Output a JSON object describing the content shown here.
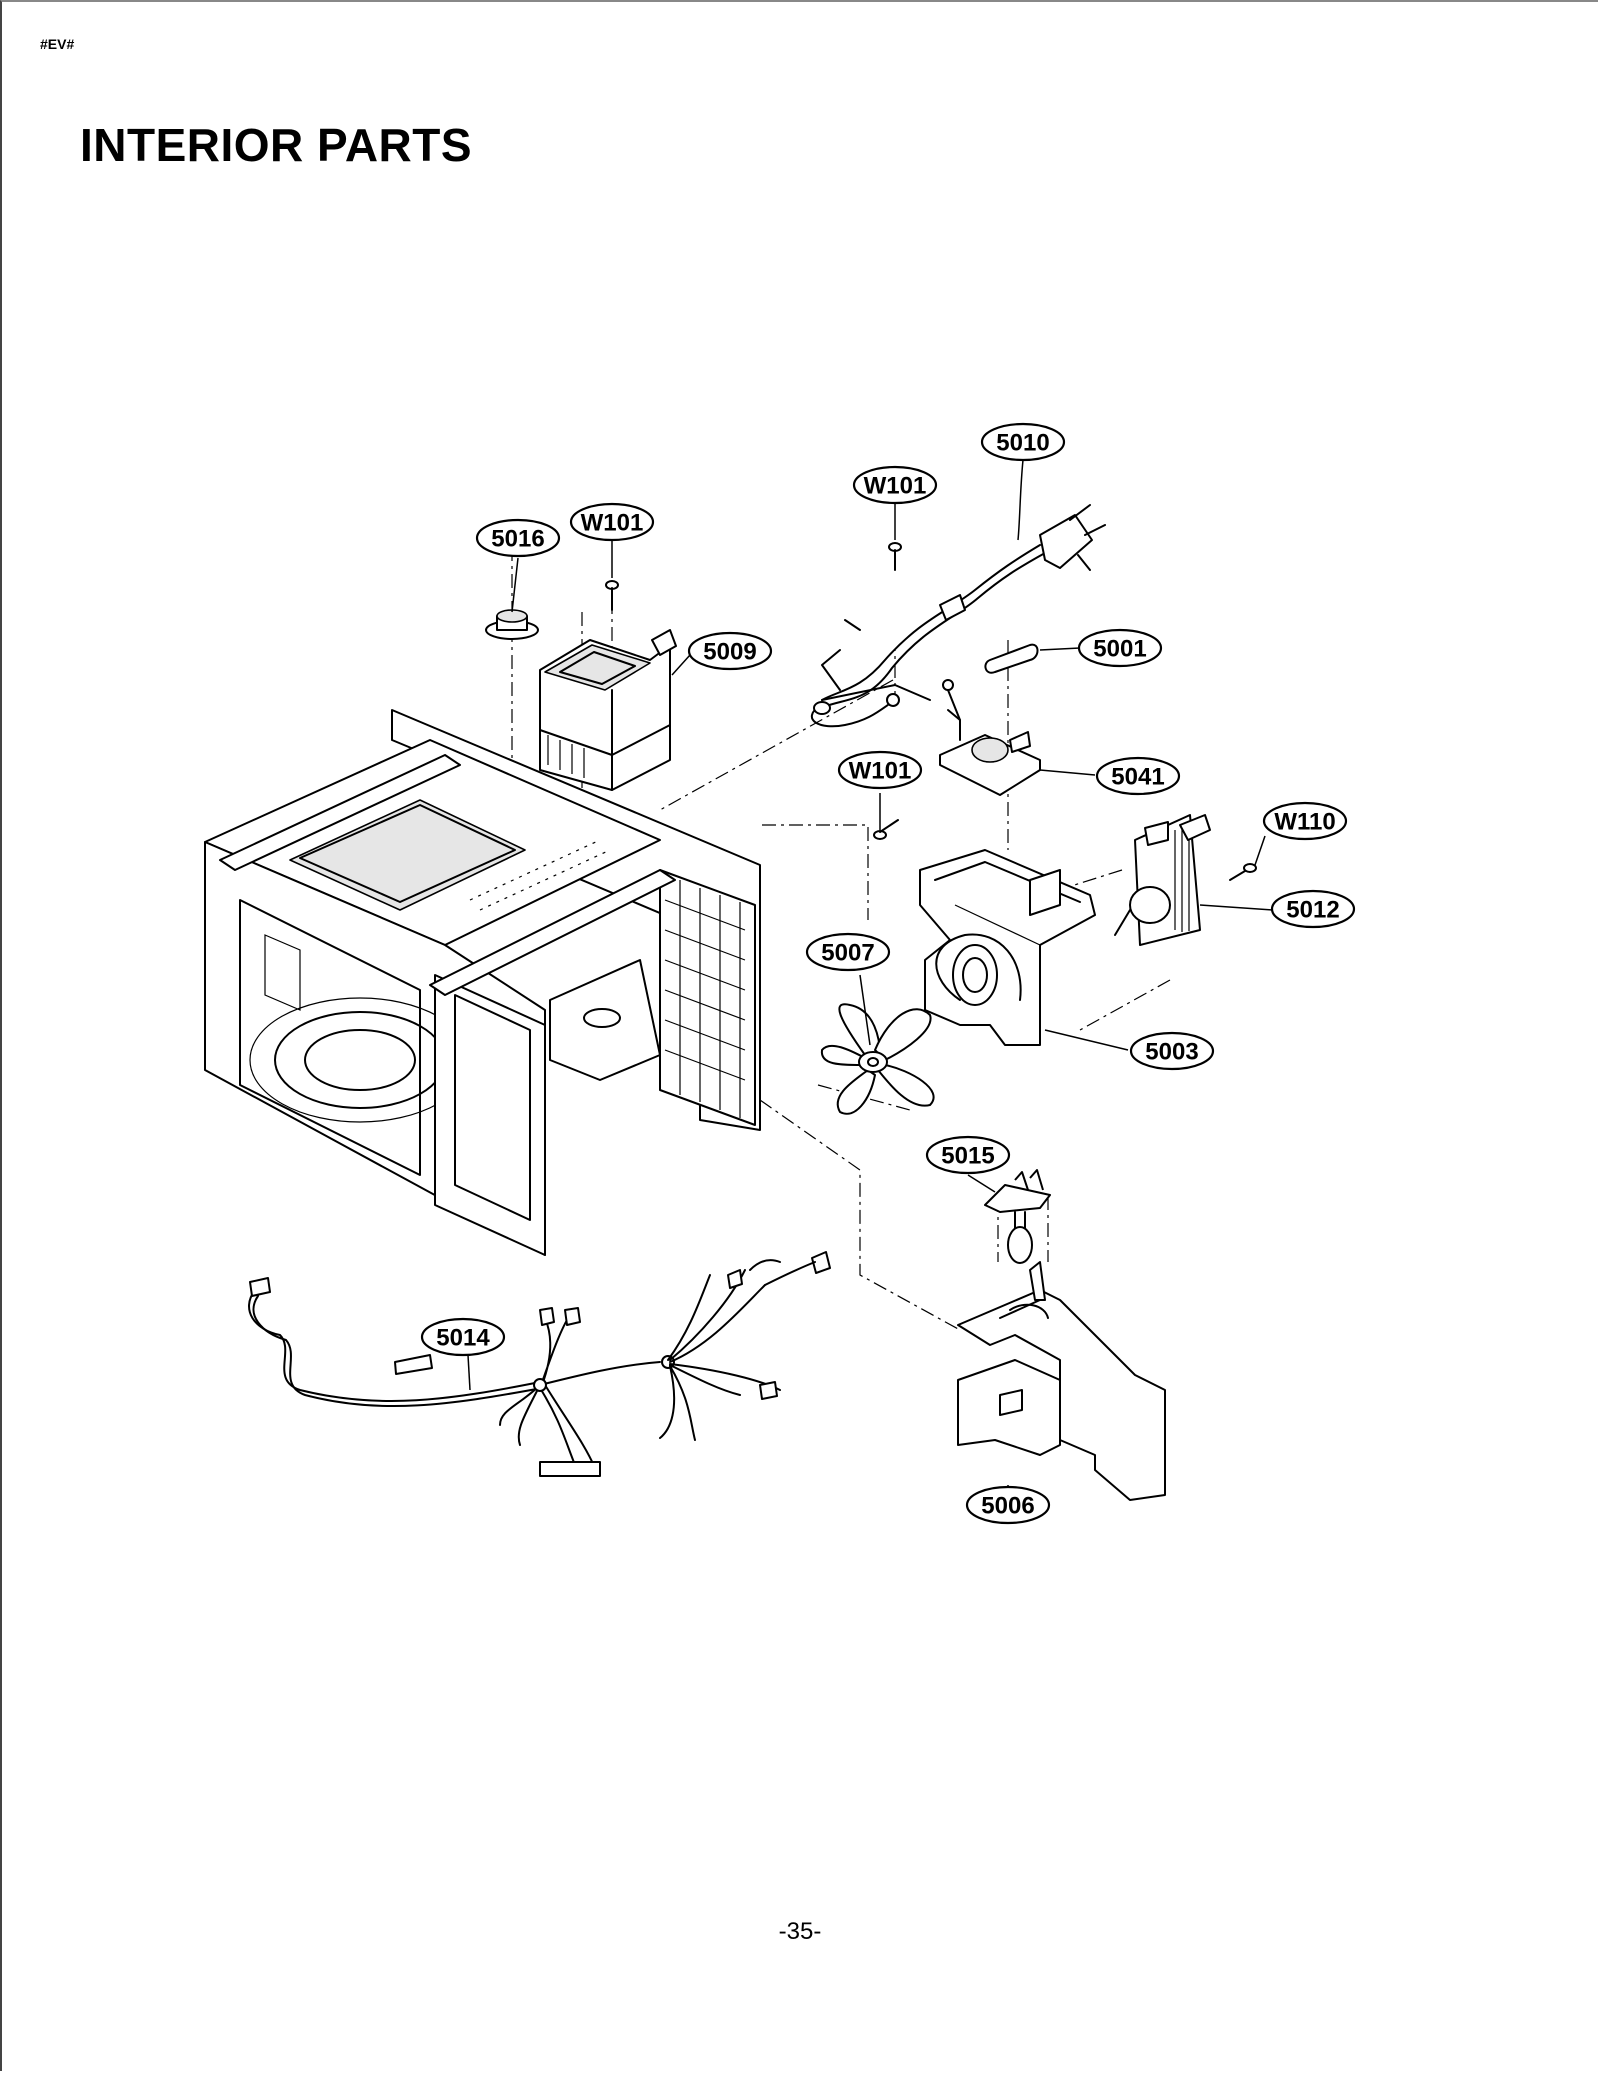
{
  "header": {
    "doc_code": "#EV#",
    "title": "INTERIOR PARTS"
  },
  "diagram": {
    "callouts": [
      {
        "id": "c5010",
        "label": "5010"
      },
      {
        "id": "cW101a",
        "label": "W101"
      },
      {
        "id": "cW101b",
        "label": "W101"
      },
      {
        "id": "c5016",
        "label": "5016"
      },
      {
        "id": "c5009",
        "label": "5009"
      },
      {
        "id": "c5001",
        "label": "5001"
      },
      {
        "id": "cW101c",
        "label": "W101"
      },
      {
        "id": "c5041",
        "label": "5041"
      },
      {
        "id": "cW110",
        "label": "W110"
      },
      {
        "id": "c5012",
        "label": "5012"
      },
      {
        "id": "c5007",
        "label": "5007"
      },
      {
        "id": "c5003",
        "label": "5003"
      },
      {
        "id": "c5015",
        "label": "5015"
      },
      {
        "id": "c5014",
        "label": "5014"
      },
      {
        "id": "c5006",
        "label": "5006"
      }
    ]
  },
  "footer": {
    "page_number": "-35-"
  }
}
